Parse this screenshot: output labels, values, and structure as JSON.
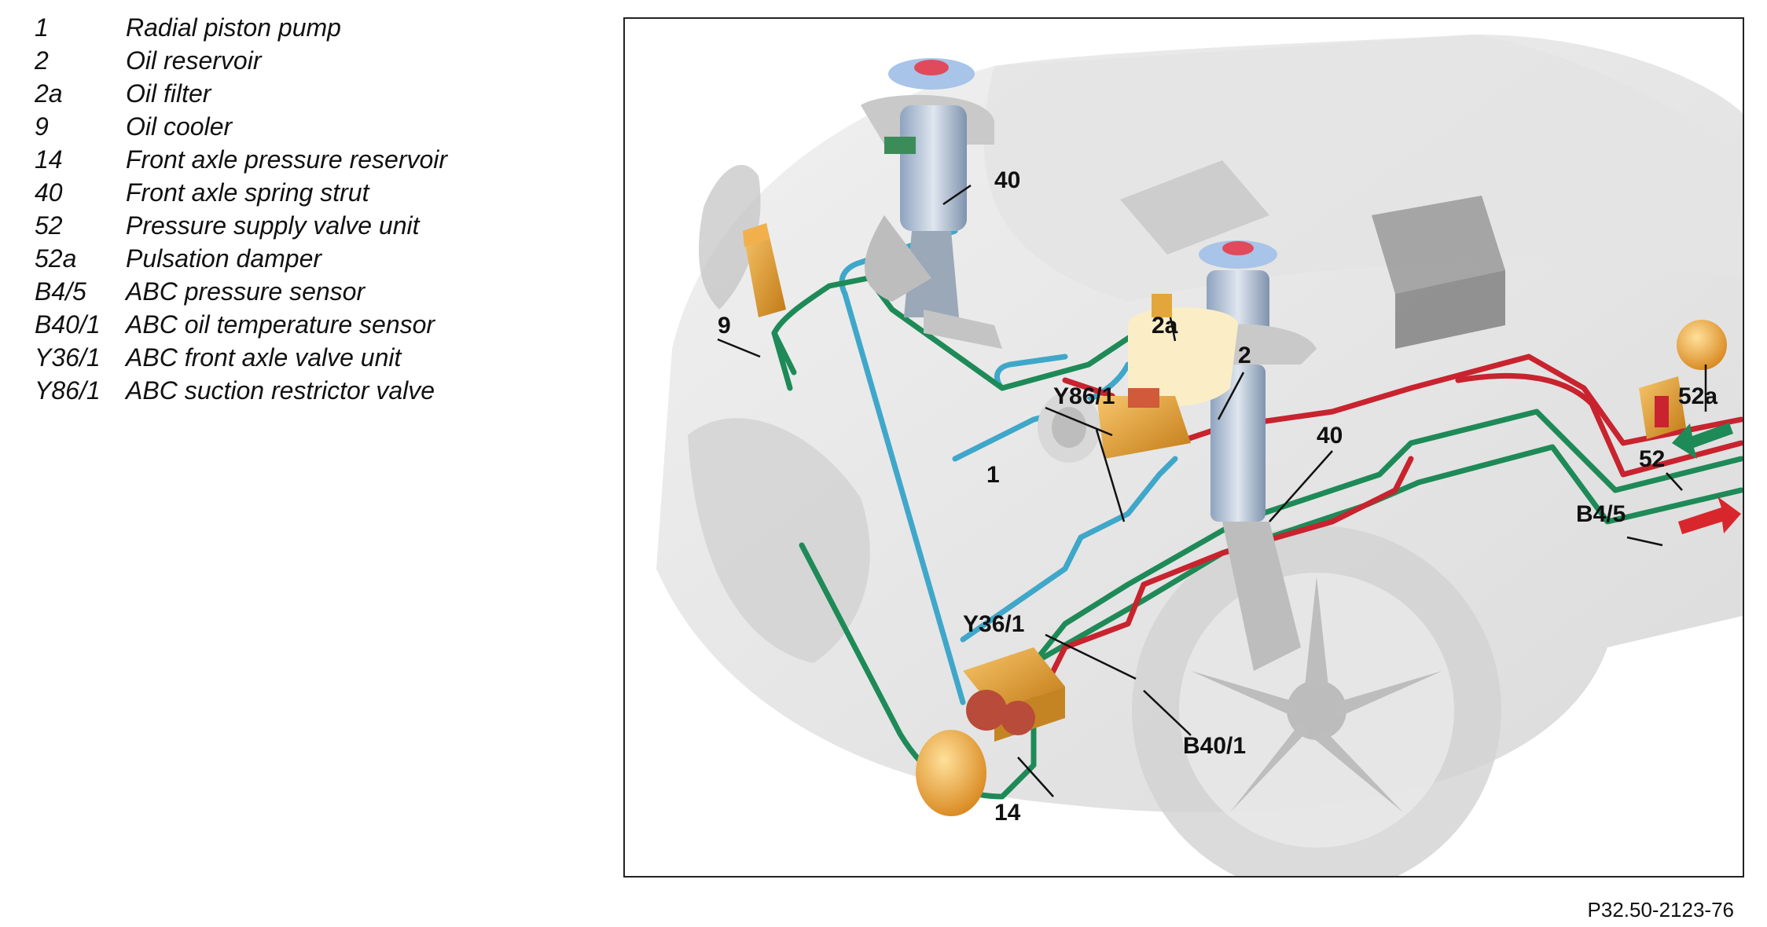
{
  "legend": {
    "items": [
      {
        "code": "1",
        "label": "Radial piston pump"
      },
      {
        "code": "2",
        "label": "Oil reservoir"
      },
      {
        "code": "2a",
        "label": "Oil filter"
      },
      {
        "code": "9",
        "label": "Oil cooler"
      },
      {
        "code": "14",
        "label": "Front axle pressure reservoir"
      },
      {
        "code": "40",
        "label": "Front axle spring strut"
      },
      {
        "code": "52",
        "label": "Pressure supply valve unit"
      },
      {
        "code": "52a",
        "label": "Pulsation damper"
      },
      {
        "code": "B4/5",
        "label": "ABC pressure sensor"
      },
      {
        "code": "B40/1",
        "label": "ABC oil temperature sensor"
      },
      {
        "code": "Y36/1",
        "label": "ABC front axle valve unit"
      },
      {
        "code": "Y86/1",
        "label": "ABC suction restrictor valve"
      }
    ]
  },
  "callouts": {
    "c40_top": "40",
    "c9": "9",
    "c2a": "2a",
    "c2": "2",
    "cY86": "Y86/1",
    "c1": "1",
    "c40_right": "40",
    "c52a": "52a",
    "c52": "52",
    "cB45": "B4/5",
    "cY36": "Y36/1",
    "cB401": "B40/1",
    "c14": "14"
  },
  "figure_id": "P32.50-2123-76",
  "colors": {
    "pressure_line": "#c8232e",
    "return_line": "#1e8a57",
    "suction_line": "#3fa7c9",
    "car_body": "#d6d6d6",
    "component": "#e89a2a"
  }
}
